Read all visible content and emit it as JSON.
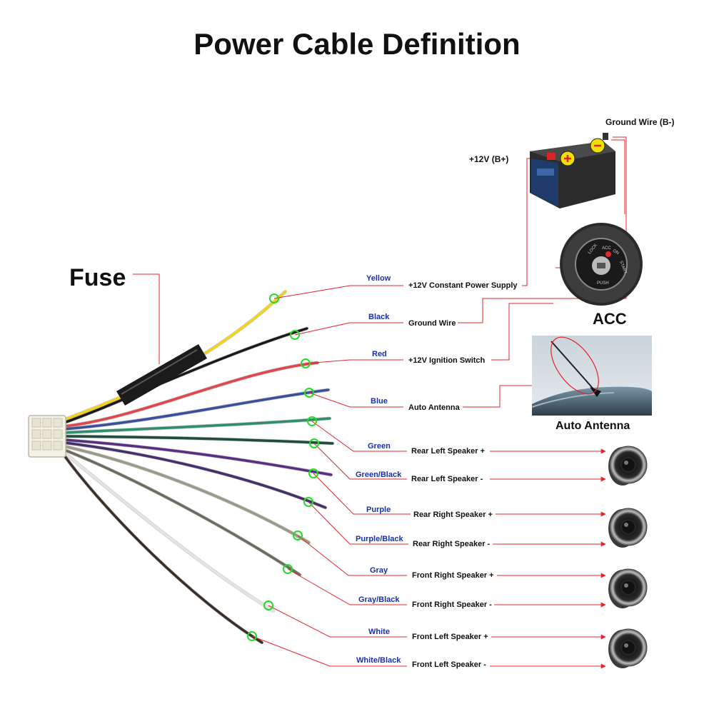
{
  "title": "Power Cable Definition",
  "fuse_label": "Fuse",
  "acc_label": "ACC",
  "antenna_label": "Auto Antenna",
  "battery": {
    "ground_label": "Ground Wire (B-)",
    "positive_label": "+12V  (B+)"
  },
  "ignition_text": {
    "lock": "LOCK",
    "acc": "ACC",
    "on": "ON",
    "start": "START",
    "push": "PUSH"
  },
  "colors": {
    "leader": "#e3242b",
    "marker": "#22dd22",
    "label_blue": "#1a2fa8"
  },
  "wires": [
    {
      "color_name": "Yellow",
      "function": "+12V Constant Power Supply",
      "stroke": "#f2d21a"
    },
    {
      "color_name": "Black",
      "function": "Ground Wire",
      "stroke": "#1a1a1a"
    },
    {
      "color_name": "Red",
      "function": "+12V  Ignition Switch",
      "stroke": "#e0474c"
    },
    {
      "color_name": "Blue",
      "function": "Auto Antenna",
      "stroke": "#3b4f9a"
    },
    {
      "color_name": "Green",
      "function": "Rear Left Speaker +",
      "stroke": "#2e8f6a"
    },
    {
      "color_name": "Green/Black",
      "function": "Rear Left Speaker -",
      "stroke": "#1f4d3b"
    },
    {
      "color_name": "Purple",
      "function": "Rear Right Speaker +",
      "stroke": "#5a2f82"
    },
    {
      "color_name": "Purple/Black",
      "function": "Rear Right Speaker -",
      "stroke": "#46306a"
    },
    {
      "color_name": "Gray",
      "function": "Front Right Speaker +",
      "stroke": "#9a9a86"
    },
    {
      "color_name": "Gray/Black",
      "function": "Front Right Speaker -",
      "stroke": "#6f6a5e"
    },
    {
      "color_name": "White",
      "function": "Front Left Speaker +",
      "stroke": "#e4e4e4"
    },
    {
      "color_name": "White/Black",
      "function": "Front Left Speaker -",
      "stroke": "#3a2e28"
    }
  ]
}
